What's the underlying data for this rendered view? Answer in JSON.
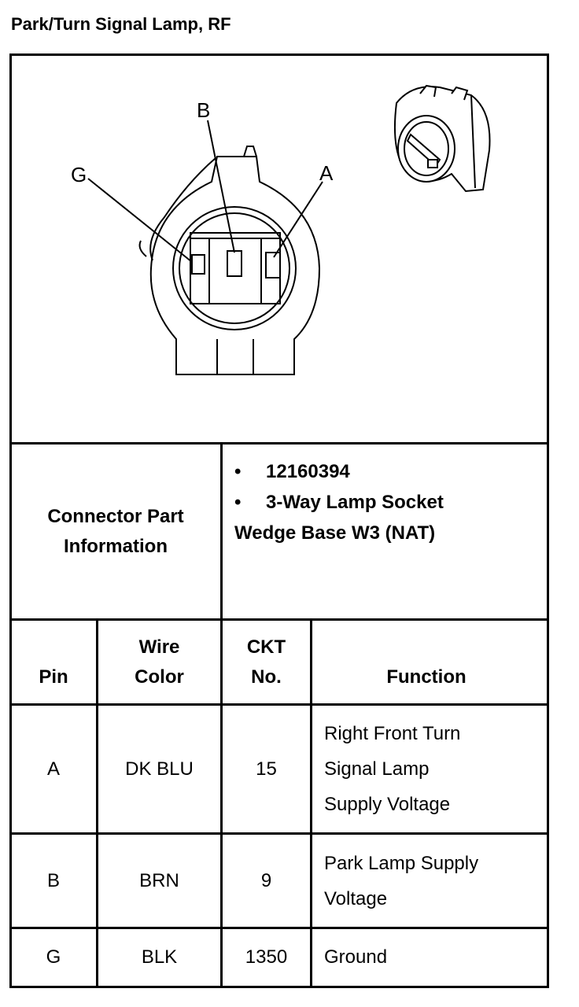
{
  "title": "Park/Turn Signal Lamp, RF",
  "diagram": {
    "pin_labels": [
      "G",
      "B",
      "A"
    ]
  },
  "connector_info": {
    "label_line1": "Connector Part",
    "label_line2": "Information",
    "bullet": "•",
    "items": [
      "12160394",
      "3-Way Lamp Socket"
    ],
    "continuation": "Wedge Base W3 (NAT)"
  },
  "table": {
    "headers": {
      "pin": "Pin",
      "wire_color_line1": "Wire",
      "wire_color_line2": "Color",
      "ckt_line1": "CKT",
      "ckt_line2": "No.",
      "function": "Function"
    },
    "rows": [
      {
        "pin": "A",
        "color": "DK BLU",
        "ckt": "15",
        "function_lines": [
          "Right Front Turn",
          "Signal Lamp",
          "Supply Voltage"
        ]
      },
      {
        "pin": "B",
        "color": "BRN",
        "ckt": "9",
        "function_lines": [
          "Park Lamp Supply",
          "Voltage"
        ]
      },
      {
        "pin": "G",
        "color": "BLK",
        "ckt": "1350",
        "function_lines": [
          "Ground"
        ]
      }
    ]
  }
}
